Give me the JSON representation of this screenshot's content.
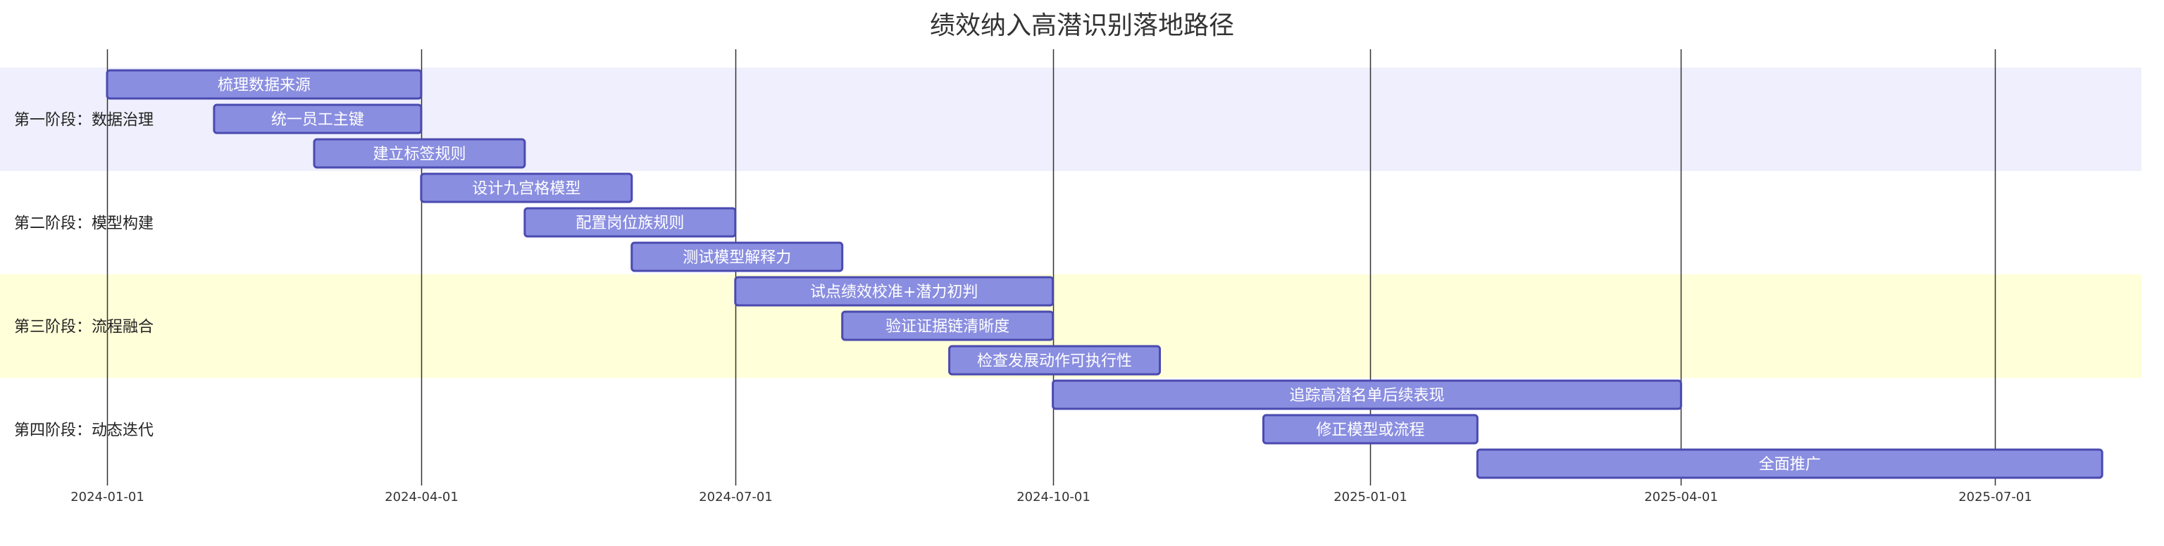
{
  "chart_data": {
    "type": "gantt",
    "title": "绩效纳入高潜识别落地路径",
    "x_axis": {
      "type": "date",
      "range": [
        "2024-01-01",
        "2025-09-20"
      ],
      "ticks": [
        "2024-01-01",
        "2024-04-01",
        "2024-07-01",
        "2024-10-01",
        "2025-01-01",
        "2025-04-01",
        "2025-07-01"
      ]
    },
    "grid": true,
    "colors": {
      "bar_fill": "#8a8ee0",
      "bar_stroke": "#4a4ab0",
      "section_band_1": "#efeffd",
      "section_band_2": "#ffffff",
      "section_band_3": "#ffffd9",
      "gridline": "#333333"
    },
    "sections": [
      {
        "name": "第一阶段：数据治理",
        "tasks": [
          {
            "name": "梳理数据来源",
            "start": "2024-01-01",
            "end": "2024-04-01"
          },
          {
            "name": "统一员工主键",
            "start": "2024-02-01",
            "end": "2024-04-01"
          },
          {
            "name": "建立标签规则",
            "start": "2024-03-01",
            "end": "2024-05-01"
          }
        ]
      },
      {
        "name": "第二阶段：模型构建",
        "tasks": [
          {
            "name": "设计九宫格模型",
            "start": "2024-04-01",
            "end": "2024-06-01"
          },
          {
            "name": "配置岗位族规则",
            "start": "2024-05-01",
            "end": "2024-07-01"
          },
          {
            "name": "测试模型解释力",
            "start": "2024-06-01",
            "end": "2024-08-01"
          }
        ]
      },
      {
        "name": "第三阶段：流程融合",
        "tasks": [
          {
            "name": "试点绩效校准+潜力初判",
            "start": "2024-07-01",
            "end": "2024-10-01"
          },
          {
            "name": "验证证据链清晰度",
            "start": "2024-08-01",
            "end": "2024-10-01"
          },
          {
            "name": "检查发展动作可执行性",
            "start": "2024-09-01",
            "end": "2024-11-01"
          }
        ]
      },
      {
        "name": "第四阶段：动态迭代",
        "tasks": [
          {
            "name": "追踪高潜名单后续表现",
            "start": "2024-10-01",
            "end": "2025-04-01"
          },
          {
            "name": "修正模型或流程",
            "start": "2024-12-01",
            "end": "2025-02-01"
          },
          {
            "name": "全面推广",
            "start": "2025-02-01",
            "end": "2025-08-01"
          }
        ]
      }
    ]
  }
}
